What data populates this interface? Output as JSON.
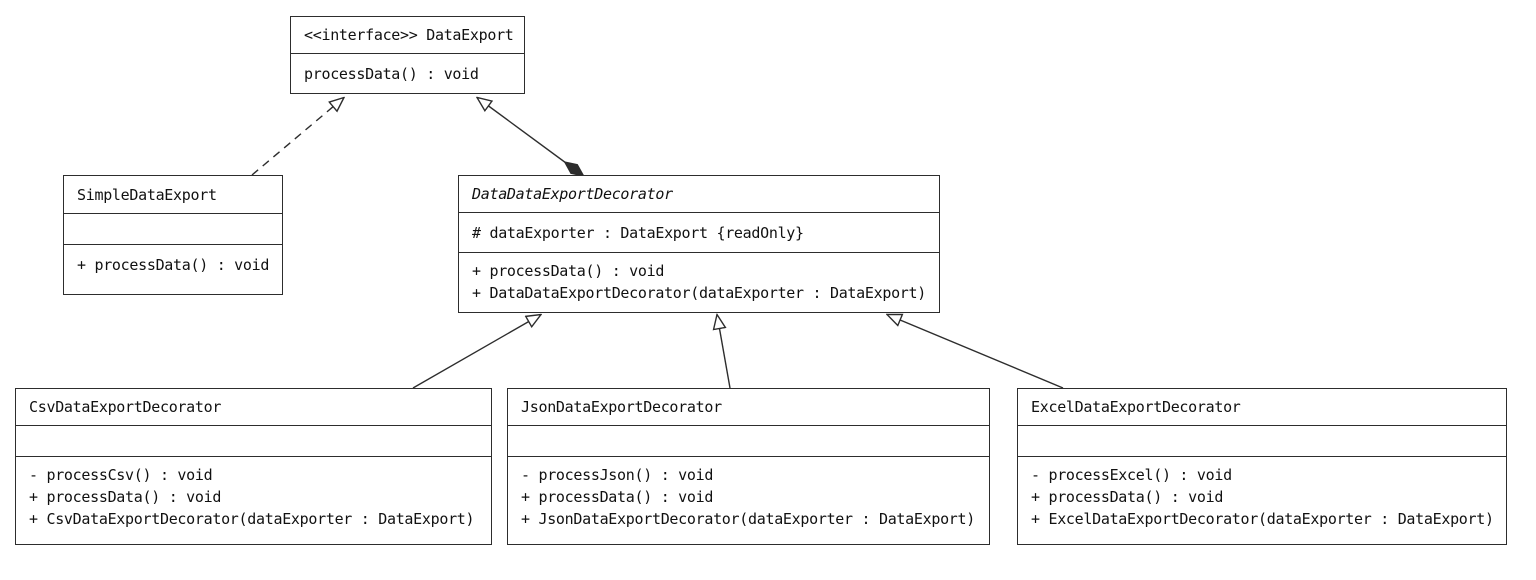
{
  "diagram": {
    "kind": "uml-class-diagram",
    "pattern": "Decorator",
    "colors": {
      "line": "#2d2d2d",
      "text": "#111111",
      "background": "#ffffff",
      "box_fill": "#ffffff"
    },
    "classes": {
      "interface": {
        "name": "<<interface>> DataExport",
        "methods": [
          "processData() : void"
        ]
      },
      "simple": {
        "name": "SimpleDataExport",
        "methods": [
          "+ processData() : void"
        ]
      },
      "decorator": {
        "name": "DataDataExportDecorator",
        "abstract": true,
        "attributes": [
          "# dataExporter : DataExport {readOnly}"
        ],
        "methods": [
          "+ processData() : void",
          "+ DataDataExportDecorator(dataExporter : DataExport)"
        ]
      },
      "csv": {
        "name": "CsvDataExportDecorator",
        "methods": [
          "- processCsv() : void",
          "+ processData() : void",
          "+ CsvDataExportDecorator(dataExporter : DataExport)"
        ]
      },
      "json": {
        "name": "JsonDataExportDecorator",
        "methods": [
          "- processJson() : void",
          "+ processData() : void",
          "+ JsonDataExportDecorator(dataExporter : DataExport)"
        ]
      },
      "excel": {
        "name": "ExcelDataExportDecorator",
        "methods": [
          "- processExcel() : void",
          "+ processData() : void",
          "+ ExcelDataExportDecorator(dataExporter : DataExport)"
        ]
      }
    },
    "relationships": [
      {
        "from": "SimpleDataExport",
        "to": "DataExport",
        "type": "realization",
        "line": "dashed",
        "head": "hollow-triangle"
      },
      {
        "from": "DataDataExportDecorator",
        "to": "DataExport",
        "type": "generalization-with-composition",
        "line": "solid",
        "head": "hollow-triangle",
        "tail": "filled-diamond"
      },
      {
        "from": "CsvDataExportDecorator",
        "to": "DataDataExportDecorator",
        "type": "generalization",
        "line": "solid",
        "head": "hollow-triangle"
      },
      {
        "from": "JsonDataExportDecorator",
        "to": "DataDataExportDecorator",
        "type": "generalization",
        "line": "solid",
        "head": "hollow-triangle"
      },
      {
        "from": "ExcelDataExportDecorator",
        "to": "DataDataExportDecorator",
        "type": "generalization",
        "line": "solid",
        "head": "hollow-triangle"
      }
    ]
  }
}
